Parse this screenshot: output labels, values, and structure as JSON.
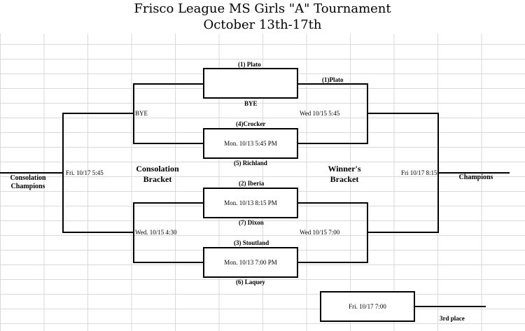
{
  "title": {
    "line1": "Frisco League MS Girls \"A\" Tournament",
    "line2": "October 13th-17th"
  },
  "teams": {
    "plato": "(1) Plato",
    "bye": "BYE",
    "crocker": "(4)Crocker",
    "richland": "(5) Richland",
    "iberia": "(2) Iberia",
    "dixon": "(7) Dixon",
    "stoutland": "(3) Stoutland",
    "laquey": "(6) Laquey",
    "plato_advance": "(1)Plato",
    "bye_left": "BYE"
  },
  "games": {
    "crocker_richland": "Mon. 10/13 5:45 PM",
    "iberia_dixon": "Mon. 10/13 8:15 PM",
    "stoutland_laquey": "Mon. 10/13 7:00 PM",
    "wed_545": "Wed 10/15 5:45",
    "wed_700": "Wed 10/15 7:00",
    "wed_430": "Wed. 10/15  4:30",
    "fri_545": "Fri. 10/17 5:45",
    "fri_815": "Fri 10/17 8:15",
    "third_place_game": "Fri. 10/17 7:00"
  },
  "labels": {
    "consolation_bracket_l1": "Consolation",
    "consolation_bracket_l2": "Bracket",
    "winners_bracket_l1": "Winner's",
    "winners_bracket_l2": "Bracket",
    "consolation_champions_l1": "Consolation",
    "consolation_champions_l2": "Champions",
    "champions": "Champions",
    "third_place": "3rd place"
  }
}
